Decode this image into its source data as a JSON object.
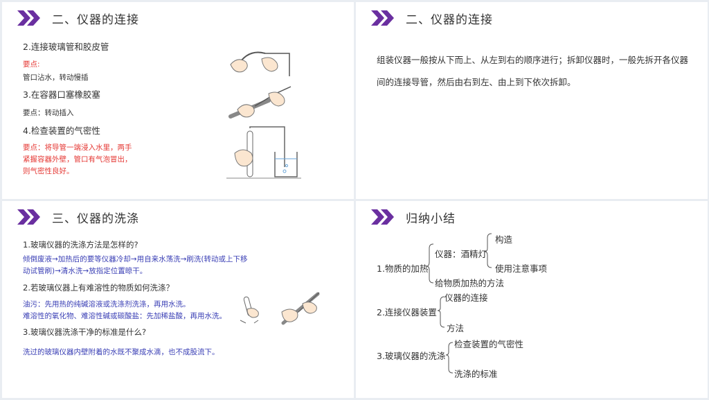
{
  "panel1": {
    "title": "二、仪器的连接",
    "sec1": "2.连接玻璃管和胶皮管",
    "sec1_key_label": "要点:",
    "sec1_key_text": "管口沾水，转动慢插",
    "sec2": "3.在容器口塞橡胶塞",
    "sec2_key": "要点：转动插入",
    "sec3": "4.检查装置的气密性",
    "sec3_key_l1": "要点：将导管一端浸入水里，两手",
    "sec3_key_l2": "紧握容器外壁，管口有气泡冒出，",
    "sec3_key_l3": "则气密性良好。"
  },
  "panel2": {
    "title": "二、仪器的连接",
    "body": "组装仪器一般按从下而上、从左到右的顺序进行；拆卸仪器时，一般先拆开各仪器间的连接导管，然后由右到左、由上到下依次拆卸。"
  },
  "panel3": {
    "title": "三、仪器的洗涤",
    "q1": "1.玻璃仪器的洗涤方法是怎样的?",
    "a1_l1": "倾倒废液→加热后的要等仪器冷却→用自来水荡洗→刷洗(转动或上下移",
    "a1_l2": "动试管刷)→清水洗→放指定位置晾干。",
    "q2": "2.若玻璃仪器上有难溶性的物质如何洗涤？",
    "a2_l1": "油污：先用热的纯碱溶液或洗涤剂洗涤，再用水洗。",
    "a2_l2": "难溶性的氧化物、难溶性碱或碳酸盐：先加稀盐酸，再用水洗。",
    "q3": "3.玻璃仪器洗涤干净的标准是什么?",
    "a3": "洗过的玻璃仪器内壁附着的水既不聚成水滴，也不成股流下。"
  },
  "panel4": {
    "title": "归纳小结",
    "n1": "1.物质的加热",
    "n1_a": "仪器：酒精灯",
    "n1_a1": "构造",
    "n1_a2": "使用注意事项",
    "n1_b": "给物质加热的方法",
    "n2": "2.连接仪器装置",
    "n2_a": "仪器的连接",
    "n2_b": "方法",
    "n3": "3.玻璃仪器的洗涤",
    "n3_a": "检查装置的气密性",
    "n3_b": "洗涤的标准"
  },
  "colors": {
    "accent": "#6a2fa0",
    "red": "#e53935",
    "blue": "#3a3fb5"
  },
  "icons": [
    "chevron-right-icon"
  ]
}
